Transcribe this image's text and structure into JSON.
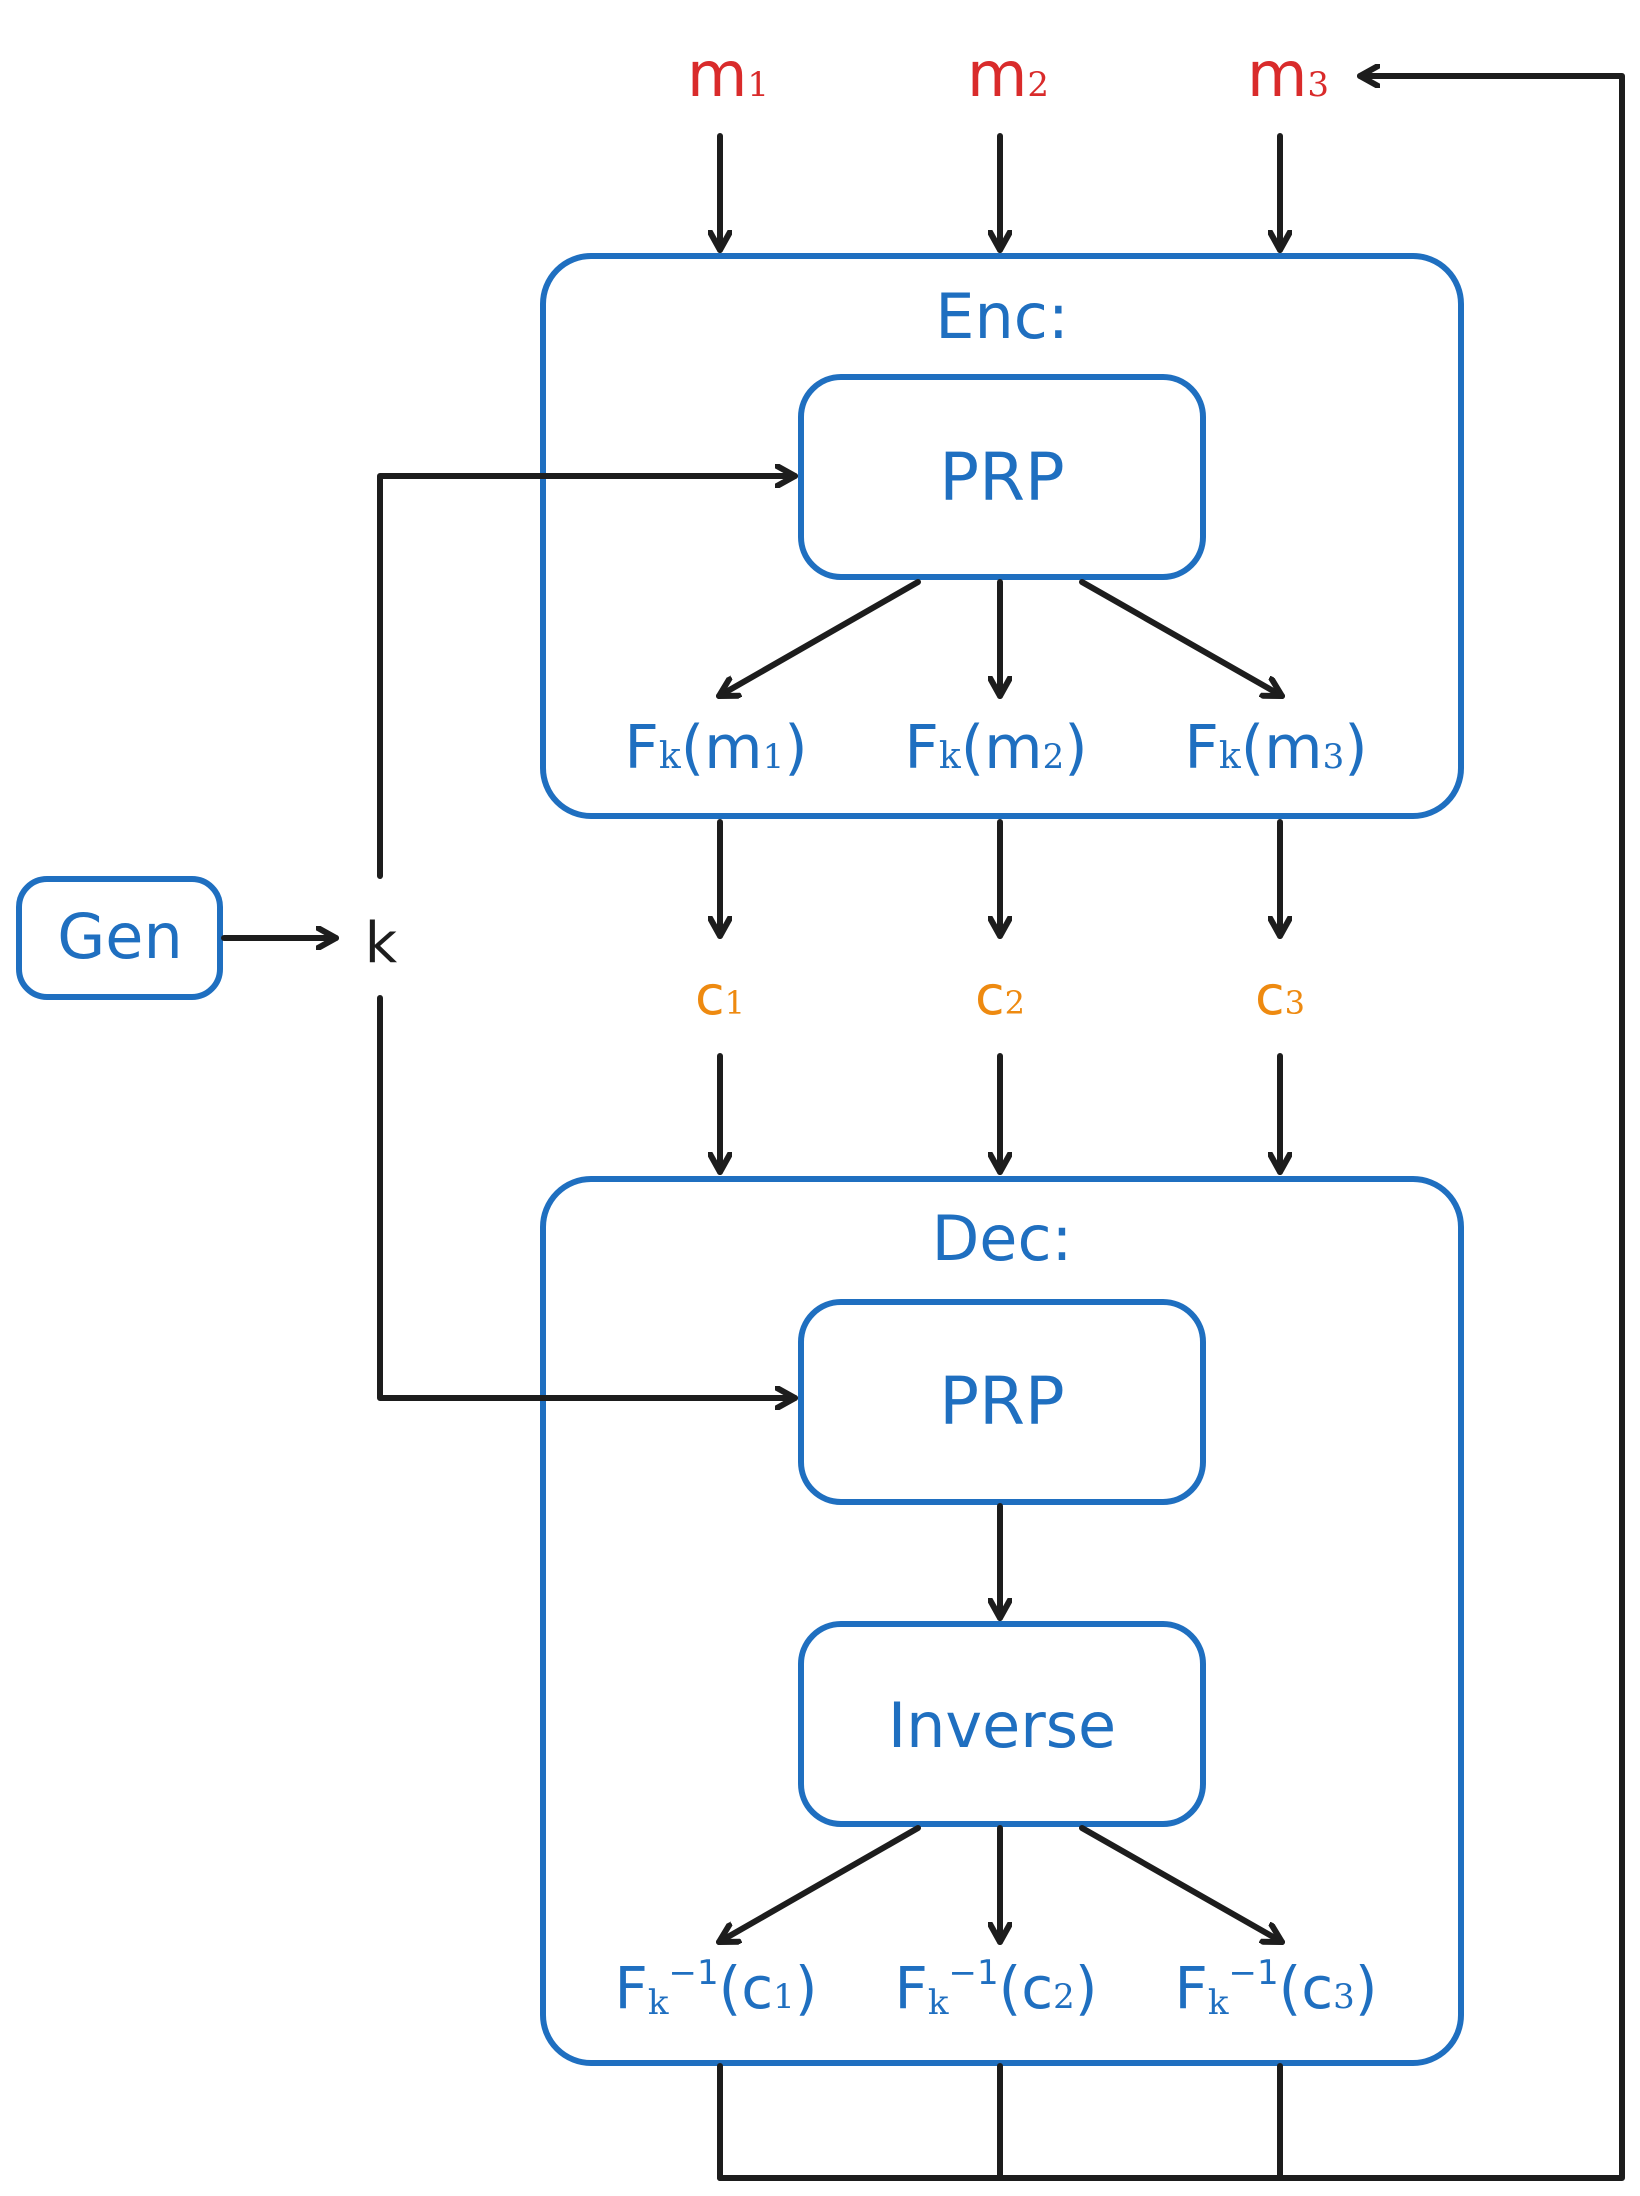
{
  "gen_label": "Gen",
  "key_label": "k",
  "enc": {
    "title": "Enc:",
    "prp_label": "PRP",
    "outputs": [
      {
        "f": "F",
        "sub": "k",
        "sup": "",
        "open": "(",
        "arg": "m",
        "idx": "1",
        "close": ")"
      },
      {
        "f": "F",
        "sub": "k",
        "sup": "",
        "open": "(",
        "arg": "m",
        "idx": "2",
        "close": ")"
      },
      {
        "f": "F",
        "sub": "k",
        "sup": "",
        "open": "(",
        "arg": "m",
        "idx": "3",
        "close": ")"
      }
    ]
  },
  "dec": {
    "title": "Dec:",
    "prp_label": "PRP",
    "inverse_label": "Inverse",
    "outputs": [
      {
        "f": "F",
        "sub": "k",
        "sup": "−1",
        "open": "(",
        "arg": "c",
        "idx": "1",
        "close": ")"
      },
      {
        "f": "F",
        "sub": "k",
        "sup": "−1",
        "open": "(",
        "arg": "c",
        "idx": "2",
        "close": ")"
      },
      {
        "f": "F",
        "sub": "k",
        "sup": "−1",
        "open": "(",
        "arg": "c",
        "idx": "3",
        "close": ")"
      }
    ]
  },
  "messages": [
    {
      "base": "m",
      "idx": "1"
    },
    {
      "base": "m",
      "idx": "2"
    },
    {
      "base": "m",
      "idx": "3"
    }
  ],
  "ciphertexts": [
    {
      "base": "c",
      "idx": "1"
    },
    {
      "base": "c",
      "idx": "2"
    },
    {
      "base": "c",
      "idx": "3"
    }
  ],
  "colors": {
    "box": "#1f6fc0",
    "message": "#d92b2b",
    "ciphertext": "#ee8a10",
    "arrow": "#1d1d1d"
  }
}
